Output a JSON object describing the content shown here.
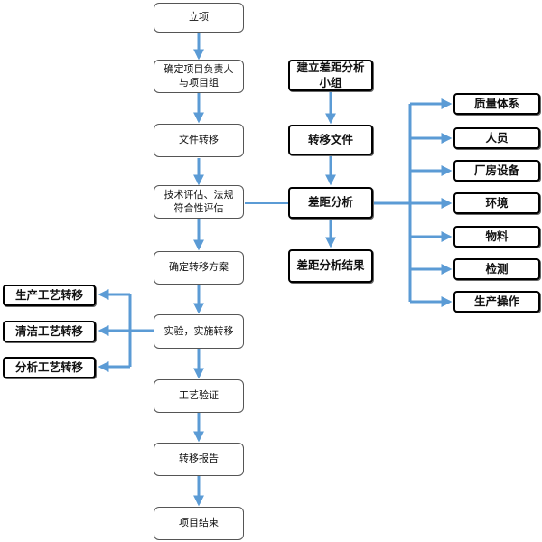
{
  "flow": {
    "main_steps": [
      "立项",
      "确定项目负责人与项目组",
      "文件转移",
      "技术评估、法规符合性评估",
      "确定转移方案",
      "实验，实施转移",
      "工艺验证",
      "转移报告",
      "项目结束"
    ],
    "gap_steps": [
      "建立差距分析小组",
      "转移文件",
      "差距分析",
      "差距分析结果"
    ],
    "gap_factors": [
      "质量体系",
      "人员",
      "厂房设备",
      "环境",
      "物料",
      "检测",
      "生产操作"
    ],
    "transfer_types": [
      "生产工艺转移",
      "清洁工艺转移",
      "分析工艺转移"
    ]
  },
  "colors": {
    "arrow": "#5b9bd5"
  }
}
